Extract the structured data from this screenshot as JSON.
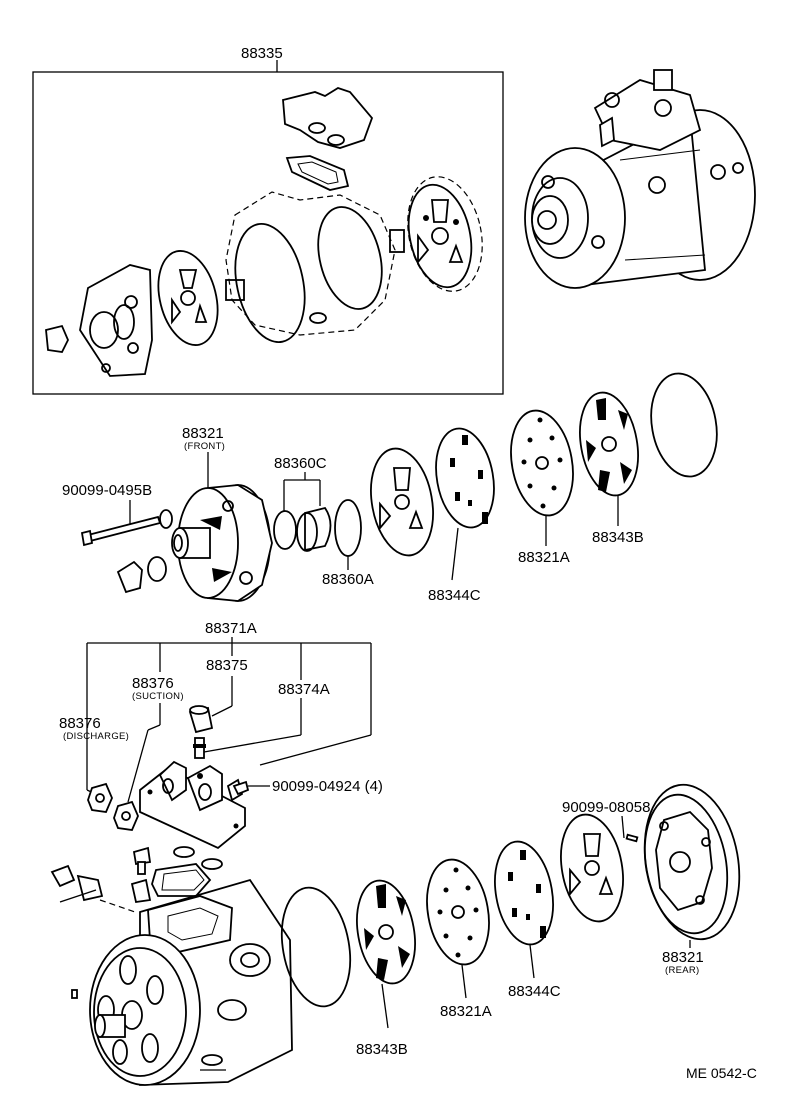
{
  "labels": {
    "kit_88335": "88335",
    "p88321_front": "88321",
    "p88321_front_note": "(FRONT)",
    "p88360c": "88360C",
    "bolt_0495b": "90099-0495B",
    "p88360a": "88360A",
    "p88344c_top": "88344C",
    "p88321a_top": "88321A",
    "p88343b_top": "88343B",
    "p88371a": "88371A",
    "p88375": "88375",
    "p88376_suction": "88376",
    "p88376_suction_note": "(SUCTION)",
    "p88374a": "88374A",
    "p88376_discharge": "88376",
    "p88376_discharge_note": "(DISCHARGE)",
    "bolt_04924": "90099-04924 (4)",
    "pin_08058": "90099-08058 (4)",
    "p88321_rear": "88321",
    "p88321_rear_note": "(REAR)",
    "p88344c_bottom": "88344C",
    "p88321a_bottom": "88321A",
    "p88343b_bottom": "88343B",
    "figure_code": "ME  0542-C"
  }
}
